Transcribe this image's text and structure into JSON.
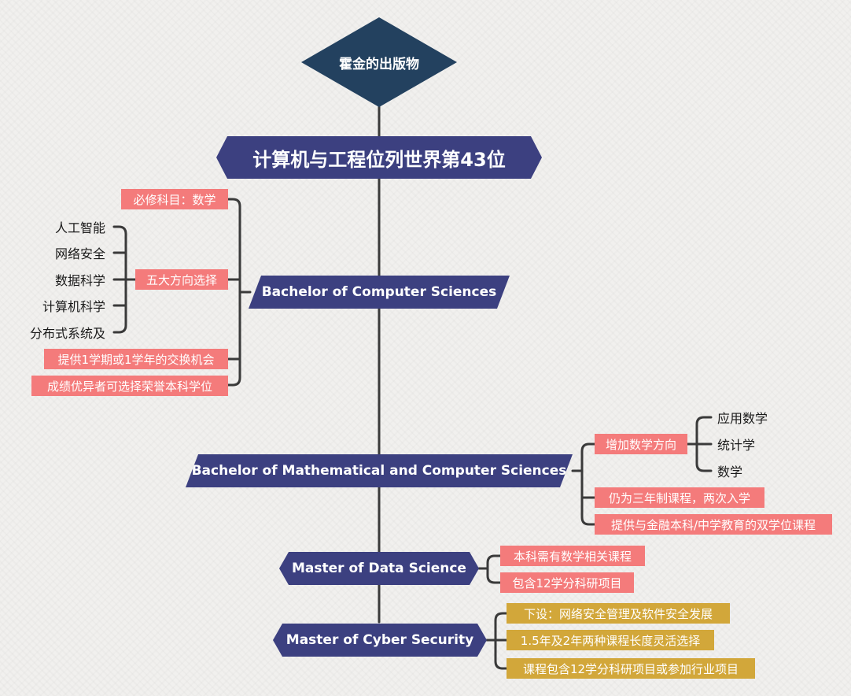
{
  "root": {
    "label": "霍金的出版物"
  },
  "title": {
    "label": "计算机与工程位列世界第43位"
  },
  "bcs": {
    "label": "Bachelor of Computer Sciences",
    "items": [
      "必修科目：数学",
      "五大方向选择",
      "提供1学期或1学年的交换机会",
      "成绩优异者可选择荣誉本科学位"
    ],
    "directions": [
      "人工智能",
      "网络安全",
      "数据科学",
      "计算机科学",
      "分布式系统及"
    ]
  },
  "bmcs": {
    "label": "Bachelor of Mathematical and Computer Sciences",
    "items": [
      "增加数学方向",
      "仍为三年制课程，两次入学",
      "提供与金融本科/中学教育的双学位课程"
    ],
    "math_directions": [
      "应用数学",
      "统计学",
      "数学"
    ]
  },
  "mds": {
    "label": "Master of Data Science",
    "items": [
      "本科需有数学相关课程",
      "包含12学分科研项目"
    ]
  },
  "mcs": {
    "label": "Master of Cyber Security",
    "items": [
      "下设：网络安全管理及软件安全发展",
      "1.5年及2年两种课程长度灵活选择",
      "课程包含12学分科研项目或参加行业项目"
    ]
  },
  "colors": {
    "primary": "#3c4080",
    "root": "#23415f",
    "pink": "#f47b7b",
    "gold": "#d2a73a",
    "line": "#3a3a3a"
  }
}
